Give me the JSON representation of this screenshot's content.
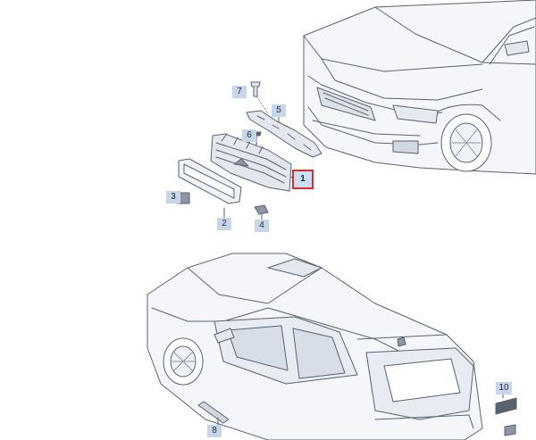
{
  "callouts": [
    {
      "id": "1",
      "label": "1",
      "active": true
    },
    {
      "id": "2",
      "label": "2"
    },
    {
      "id": "3",
      "label": "3"
    },
    {
      "id": "4",
      "label": "4"
    },
    {
      "id": "5",
      "label": "5"
    },
    {
      "id": "6",
      "label": "6"
    },
    {
      "id": "7",
      "label": "7"
    },
    {
      "id": "8",
      "label": "8"
    },
    {
      "id": "10",
      "label": "10"
    }
  ],
  "colors": {
    "line": "#5a6270",
    "part_fill": "#e4e8ee",
    "part_dark": "#8e96a4",
    "callout_bg": "#c8d6ea",
    "highlight_border": "#d32f2f"
  },
  "icons": [
    "car-front-view",
    "car-rear-view",
    "grille-part",
    "bracket-part",
    "clip-part",
    "screw-part",
    "trim-strip-part",
    "emblem-badge-part"
  ]
}
